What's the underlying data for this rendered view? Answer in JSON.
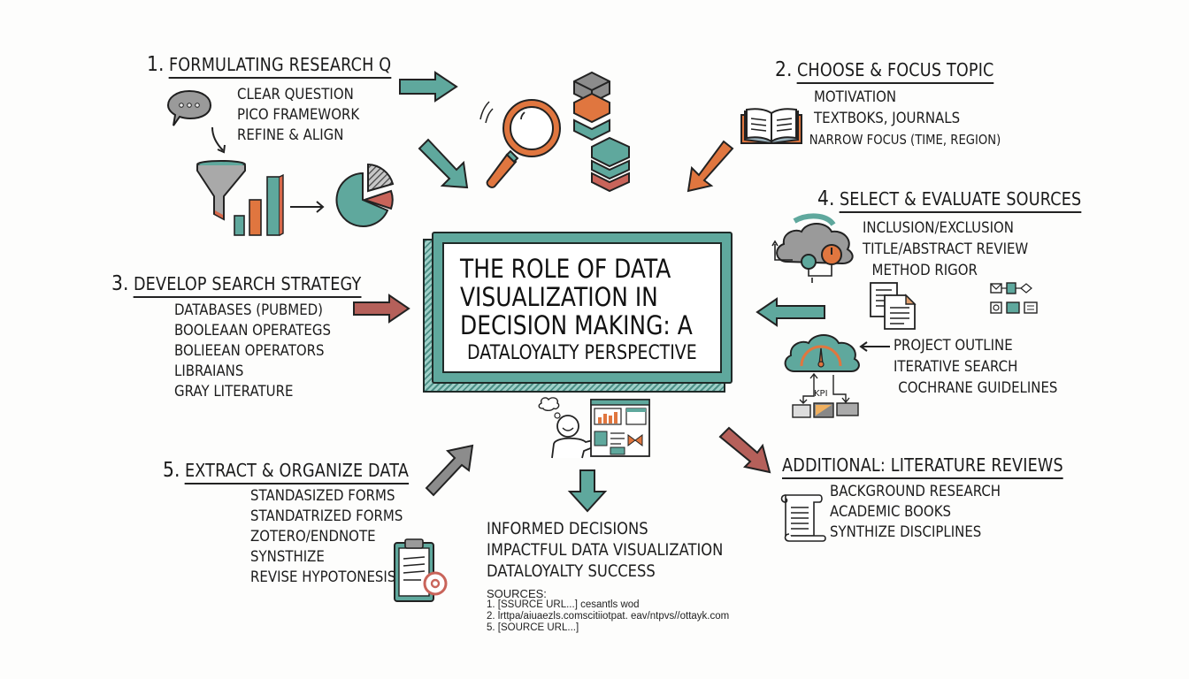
{
  "title": {
    "line1": "THE ROLE OF DATA",
    "line2": "VISUALIZATION IN",
    "line3": "DECISION MAKING: A",
    "subtitle": "DATALOYALTY PERSPECTIVE"
  },
  "colors": {
    "teal": "#5fa89d",
    "orange": "#e0763f",
    "red_brown": "#b5605a",
    "gray": "#8c8c8c",
    "ink": "#1d1d1d",
    "background": "#fdfdfc"
  },
  "sections": {
    "s1": {
      "number": "1.",
      "heading": "FORMULATING RESEARCH Q",
      "items": [
        "CLEAR QUESTION",
        "PICO FRAMEWORK",
        "REFINE & ALIGN"
      ],
      "icons": [
        "speech-bubble-icon",
        "funnel-icon",
        "bar-chart-icon",
        "pie-chart-icon"
      ]
    },
    "s2": {
      "number": "2.",
      "heading": "CHOOSE & FOCUS TOPIC",
      "items": [
        "MOTIVATION",
        "TEXTBOKS, JOURNALS",
        "NARROW FOCUS (TIME, REGION)"
      ],
      "icons": [
        "open-book-icon"
      ]
    },
    "s3": {
      "number": "3.",
      "heading": "DEVELOP SEARCH STRATEGY",
      "items": [
        "DATABASES (PUBMED)",
        "BOOLEAAN OPERATEGS",
        "BOLIEEAN OPERATORS",
        "LIBRAIANS",
        "GRAY LITERATURE"
      ]
    },
    "s4": {
      "number": "4.",
      "heading": "SELECT & EVALUATE SOURCES",
      "items": [
        "INCLUSION/EXCLUSION",
        "TITLE/ABSTRACT REVIEW",
        "METHOD RIGOR"
      ],
      "extra_items": [
        "PROJECT OUTLINE",
        "ITERATIVE SEARCH",
        "COCHRANE GUIDELINES"
      ],
      "kpi_label": "KPI",
      "icons": [
        "cloud-icon",
        "documents-icon",
        "flowchart-icon",
        "gauge-cloud-icon"
      ]
    },
    "s5": {
      "number": "5.",
      "heading": "EXTRACT & ORGANIZE DATA",
      "items": [
        "STANDASIZED FORMS",
        "STANDATRIZED FORMS",
        "ZOTERO/ENDNOTE",
        "SYNSTHIZE",
        "REVISE HYPOTONESIS"
      ],
      "icons": [
        "clipboard-icon",
        "at-sign-icon"
      ]
    },
    "additional": {
      "heading": "ADDITIONAL: LITERATURE REVIEWS",
      "items": [
        "BACKGROUND RESEARCH",
        "ACADEMIC BOOKS",
        "SYNTHIZE DISCIPLINES"
      ],
      "icons": [
        "scroll-icon"
      ]
    }
  },
  "outcomes": [
    "INFORMED DECISIONS",
    "IMPACTFUL DATA VISUALIZATION",
    "DATALOYALTY SUCCESS"
  ],
  "sources": {
    "label": "SOURCES:",
    "items": [
      "1. [SSURCE URL...] cesantls wod",
      "2. lrttpa/aiuaezls.comscitiiotpat. eav/ntpvs//ottayk.com",
      "5. [SOURCE URL...]"
    ]
  }
}
